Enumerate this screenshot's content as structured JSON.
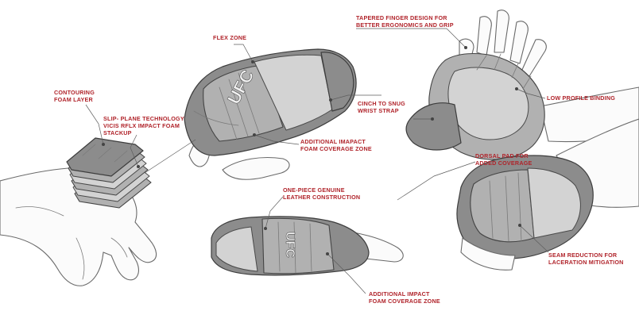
{
  "callouts": {
    "tapered_finger": [
      "TAPERED FINGER DESIGN FOR",
      "BETTER ERGONOMICS AND GRIP"
    ],
    "flex_zone": [
      "FLEX ZONE"
    ],
    "contouring_foam": [
      "CONTOURING",
      "FOAM LAYER"
    ],
    "slip_plane": [
      "SLIP- PLANE TECHNOLOGY",
      "VICIS RFLX IMPACT FOAM",
      "STACKUP"
    ],
    "cinch_strap": [
      "CINCH TO SNUG",
      "WRIST STRAP"
    ],
    "low_profile": [
      "LOW PROFILE BINDING"
    ],
    "additional_impact_upper": [
      "ADDITIONAL IMAPACT",
      "FOAM COVERAGE  ZONE"
    ],
    "dorsal_pad": [
      "DORSAL PAD FOR",
      "ADDED COVERAGE"
    ],
    "one_piece_leather": [
      "ONE-PIECE GENUINE",
      "LEATHER CONSTRUCTION"
    ],
    "seam_reduction": [
      "SEAM REDUCTION FOR",
      "LACERATION MITIGATION"
    ],
    "additional_impact_lower": [
      "ADDITIONAL IMPACT",
      "FOAM COVERAGE ZONE"
    ]
  },
  "logo_text": "UFC",
  "colors": {
    "label_red": "#b0232a",
    "glove_dark": "#8c8c8c",
    "glove_mid": "#b1b1b1",
    "line_gray": "#5a5a5a"
  }
}
